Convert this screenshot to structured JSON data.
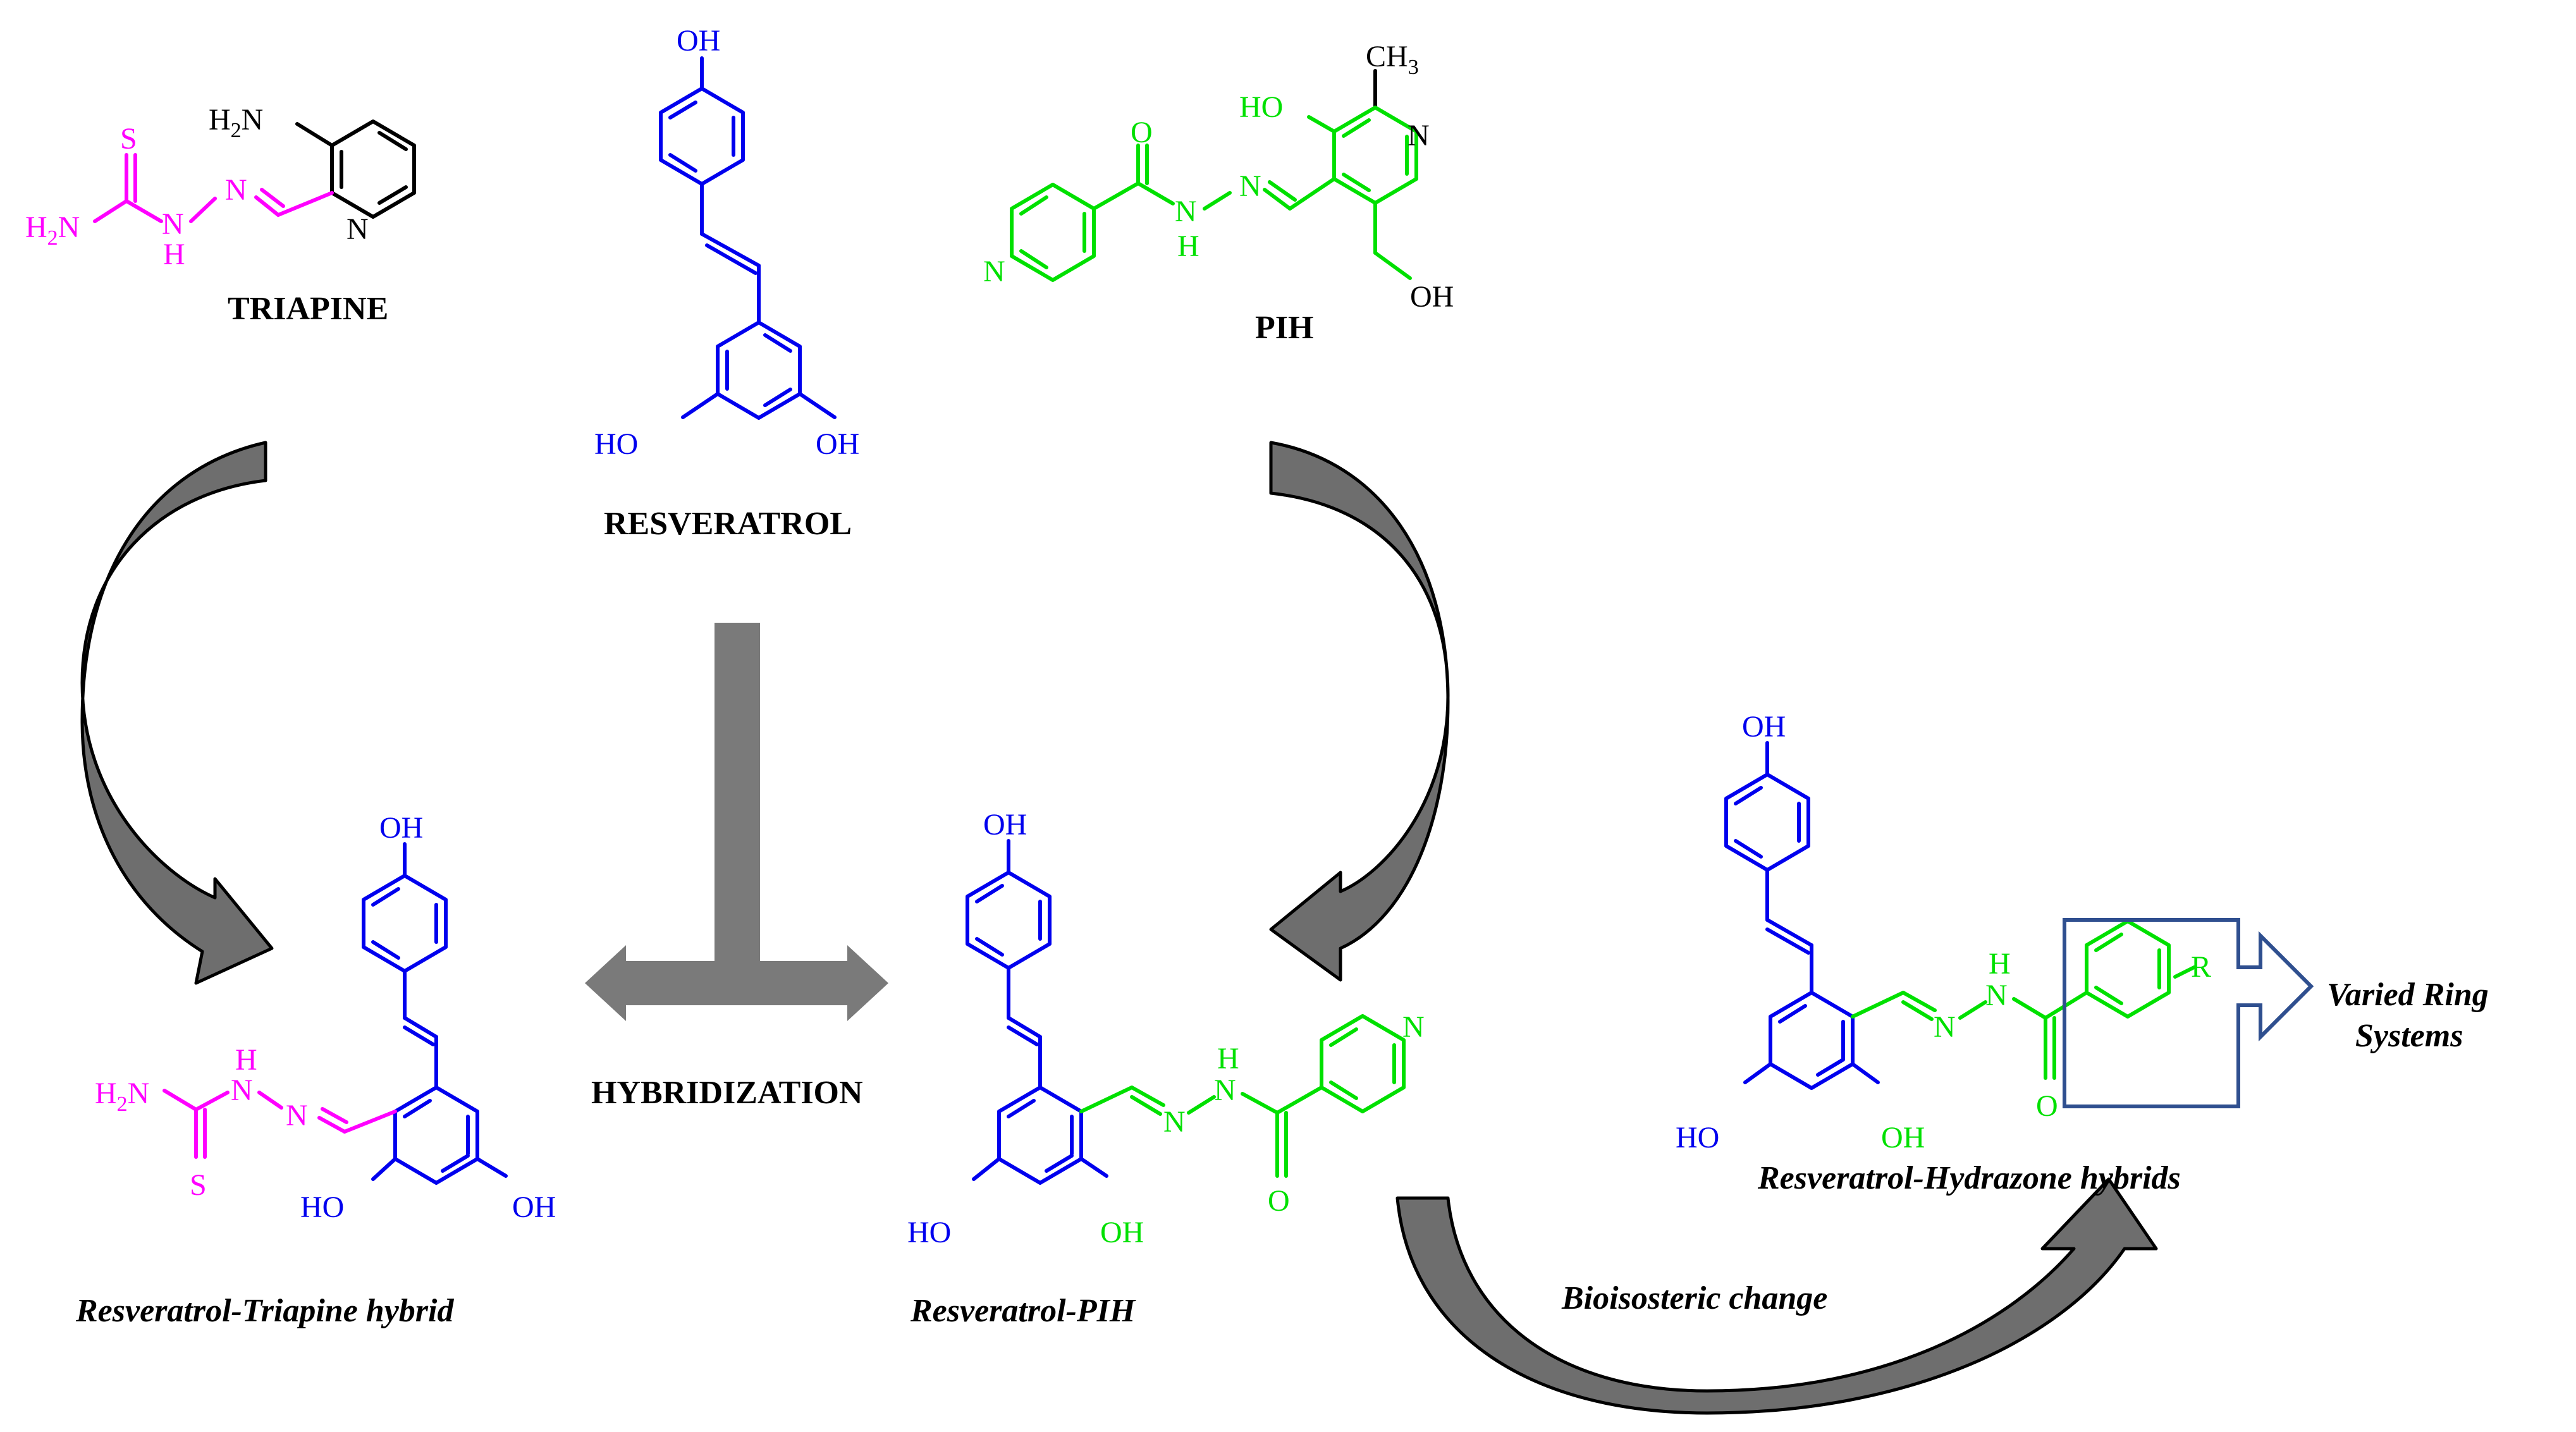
{
  "labels": {
    "triapine": "TRIAPINE",
    "resveratrol": "RESVERATROL",
    "pih": "PIH",
    "hybridization": "HYBRIDIZATION",
    "triapine_hybrid": "Resveratrol-Triapine hybrid",
    "pih_hybrid": "Resveratrol-PIH",
    "hydrazone_hybrids": "Resveratrol-Hydrazone hybrids",
    "bioisosteric": "Bioisosteric change",
    "varied_1": "Varied Ring",
    "varied_2": "Systems"
  },
  "atoms": {
    "oh": "OH",
    "ho": "HO",
    "h2n": "H",
    "two": "2",
    "n": "N",
    "s": "S",
    "h": "H",
    "o": "O",
    "ch": "CH",
    "three": "3",
    "r": "R"
  },
  "colors": {
    "resveratrol": "#0000ee",
    "triapine": "#ff00ff",
    "pih": "#00e000",
    "arrows": "#6e6e6e",
    "frame": "#2f4f8f"
  }
}
